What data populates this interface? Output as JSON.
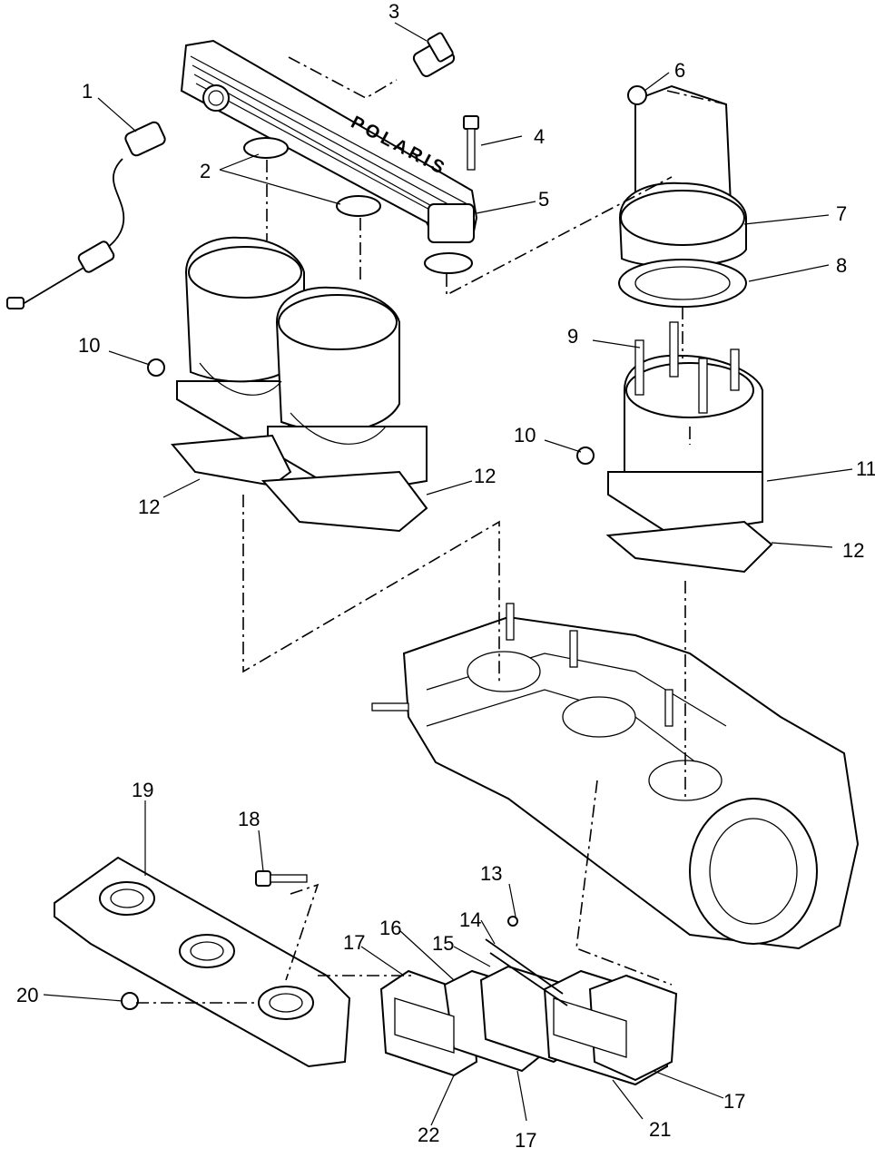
{
  "diagram": {
    "callouts": [
      {
        "id": "c1",
        "label": "1"
      },
      {
        "id": "c2",
        "label": "2"
      },
      {
        "id": "c3",
        "label": "3"
      },
      {
        "id": "c4",
        "label": "4"
      },
      {
        "id": "c5",
        "label": "5"
      },
      {
        "id": "c6",
        "label": "6"
      },
      {
        "id": "c7",
        "label": "7"
      },
      {
        "id": "c8",
        "label": "8"
      },
      {
        "id": "c9",
        "label": "9"
      },
      {
        "id": "c10a",
        "label": "10"
      },
      {
        "id": "c10b",
        "label": "10"
      },
      {
        "id": "c11",
        "label": "11"
      },
      {
        "id": "c12a",
        "label": "12"
      },
      {
        "id": "c12b",
        "label": "12"
      },
      {
        "id": "c12c",
        "label": "12"
      },
      {
        "id": "c13",
        "label": "13"
      },
      {
        "id": "c14",
        "label": "14"
      },
      {
        "id": "c15",
        "label": "15"
      },
      {
        "id": "c16",
        "label": "16"
      },
      {
        "id": "c17a",
        "label": "17"
      },
      {
        "id": "c17b",
        "label": "17"
      },
      {
        "id": "c17c",
        "label": "17"
      },
      {
        "id": "c18",
        "label": "18"
      },
      {
        "id": "c19",
        "label": "19"
      },
      {
        "id": "c20",
        "label": "20"
      },
      {
        "id": "c21",
        "label": "21"
      },
      {
        "id": "c22",
        "label": "22"
      }
    ],
    "manifold_lettering": "POLARIS"
  }
}
